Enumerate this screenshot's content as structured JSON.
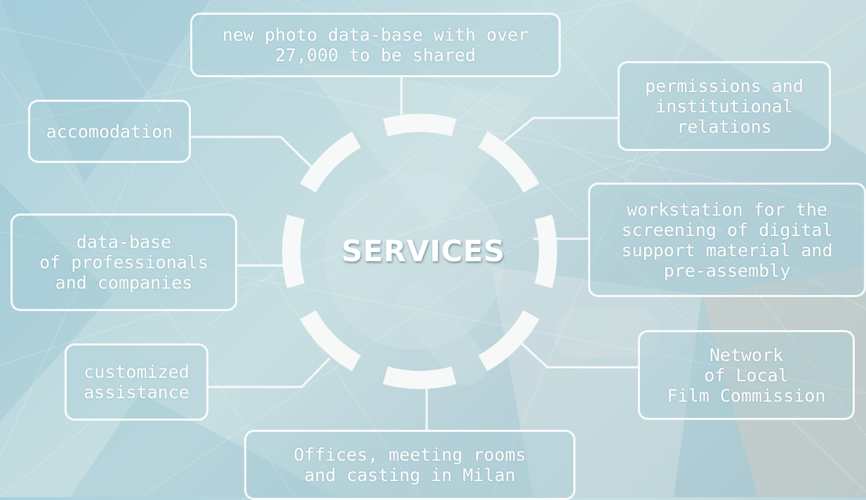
{
  "diagram": {
    "center_label": "SERVICES",
    "nodes": [
      {
        "id": "photo-db",
        "text": "new photo data-base with over\n27,000 to be shared"
      },
      {
        "id": "permissions",
        "text": "permissions and\ninstitutional\nrelations"
      },
      {
        "id": "accomodation",
        "text": "accomodation"
      },
      {
        "id": "workstation",
        "text": "workstation for the\nscreening of digital\nsupport material and\npre-assembly"
      },
      {
        "id": "professionals-db",
        "text": "data-base\nof professionals\nand companies"
      },
      {
        "id": "network",
        "text": "Network\nof Local\nFilm Commission"
      },
      {
        "id": "assistance",
        "text": "customized\nassistance"
      },
      {
        "id": "offices",
        "text": "Offices, meeting rooms\nand casting in Milan"
      }
    ]
  },
  "colors": {
    "background": "#bcd9df",
    "box_border": "#ffffff",
    "text": "#ffffff",
    "ring": "#f7f9f9"
  }
}
